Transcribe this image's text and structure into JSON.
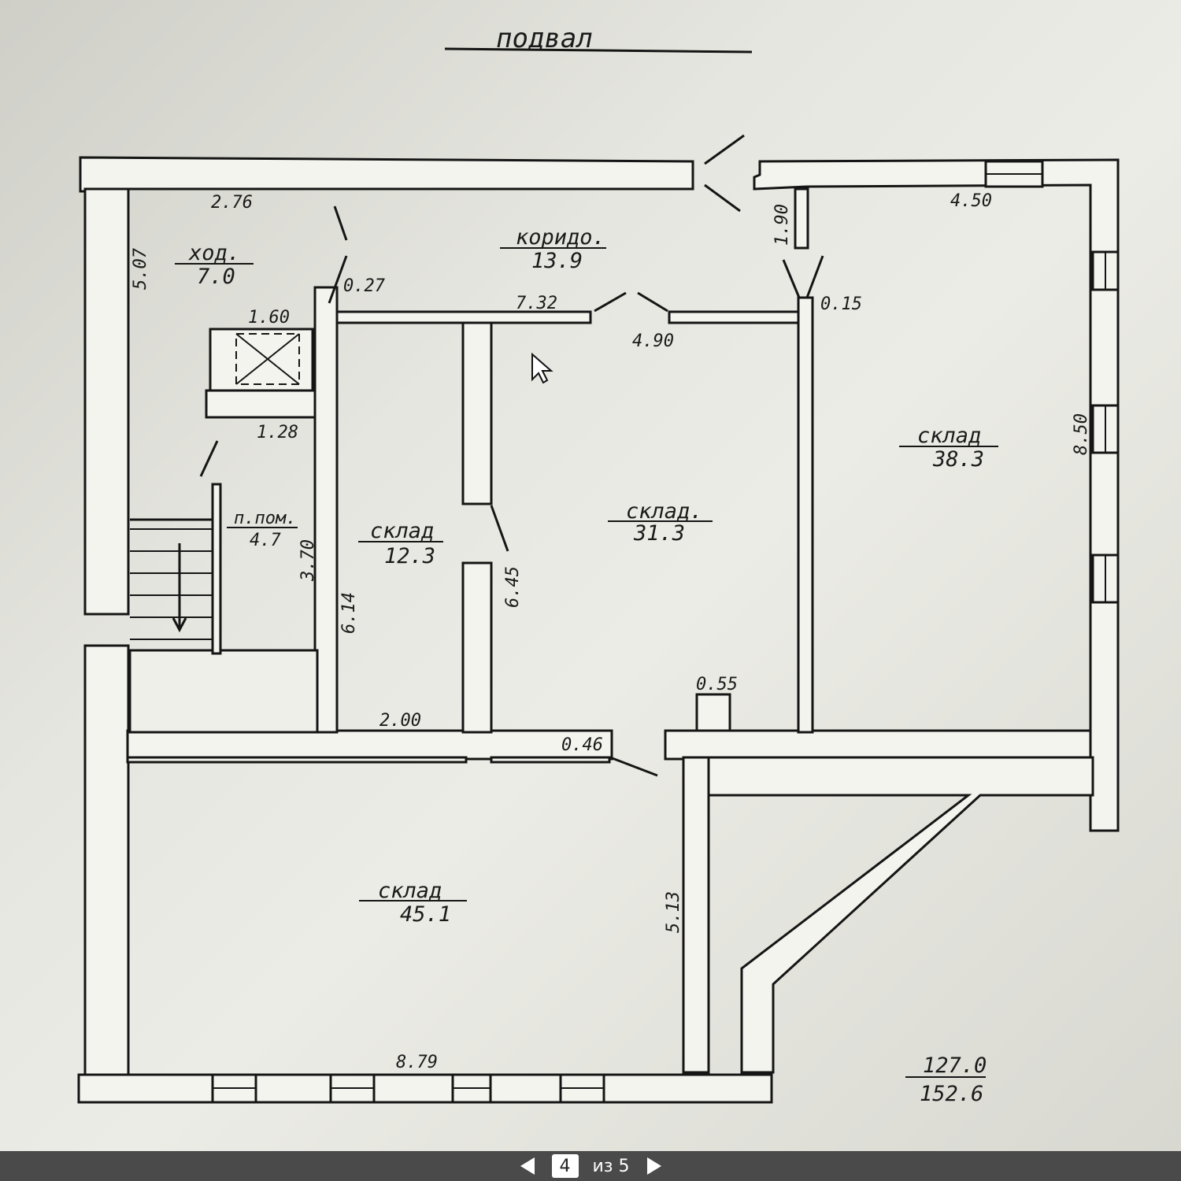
{
  "plan": {
    "title": "подвал",
    "rooms": {
      "corridor_small": {
        "name": "ход.",
        "area": "7.0"
      },
      "corridor_main": {
        "name": "коридо.",
        "area": "13.9"
      },
      "aux_room": {
        "name": "п.пом.",
        "area": "4.7"
      },
      "storage_a": {
        "name": "склад",
        "area": "12.3"
      },
      "storage_b": {
        "name": "склад.",
        "area": "31.3"
      },
      "storage_c": {
        "name": "склад",
        "area": "38.3"
      },
      "storage_d": {
        "name": "склад",
        "area": "45.1"
      }
    },
    "dimensions": {
      "d_276": "2.76",
      "d_507": "5.07",
      "d_027": "0.27",
      "d_160": "1.60",
      "d_128": "1.28",
      "d_370": "3.70",
      "d_614": "6.14",
      "d_200": "2.00",
      "d_732": "7.32",
      "d_490": "4.90",
      "d_645": "6.45",
      "d_190": "1.90",
      "d_015": "0.15",
      "d_450": "4.50",
      "d_850": "8.50",
      "d_055": "0.55",
      "d_046": "0.46",
      "d_513": "5.13",
      "d_879": "8.79"
    },
    "totals": {
      "living": "127.0",
      "total": "152.6"
    }
  },
  "pager": {
    "current": "4",
    "of_text": "из 5",
    "prev_icon": "triangle-left",
    "next_icon": "triangle-right"
  }
}
